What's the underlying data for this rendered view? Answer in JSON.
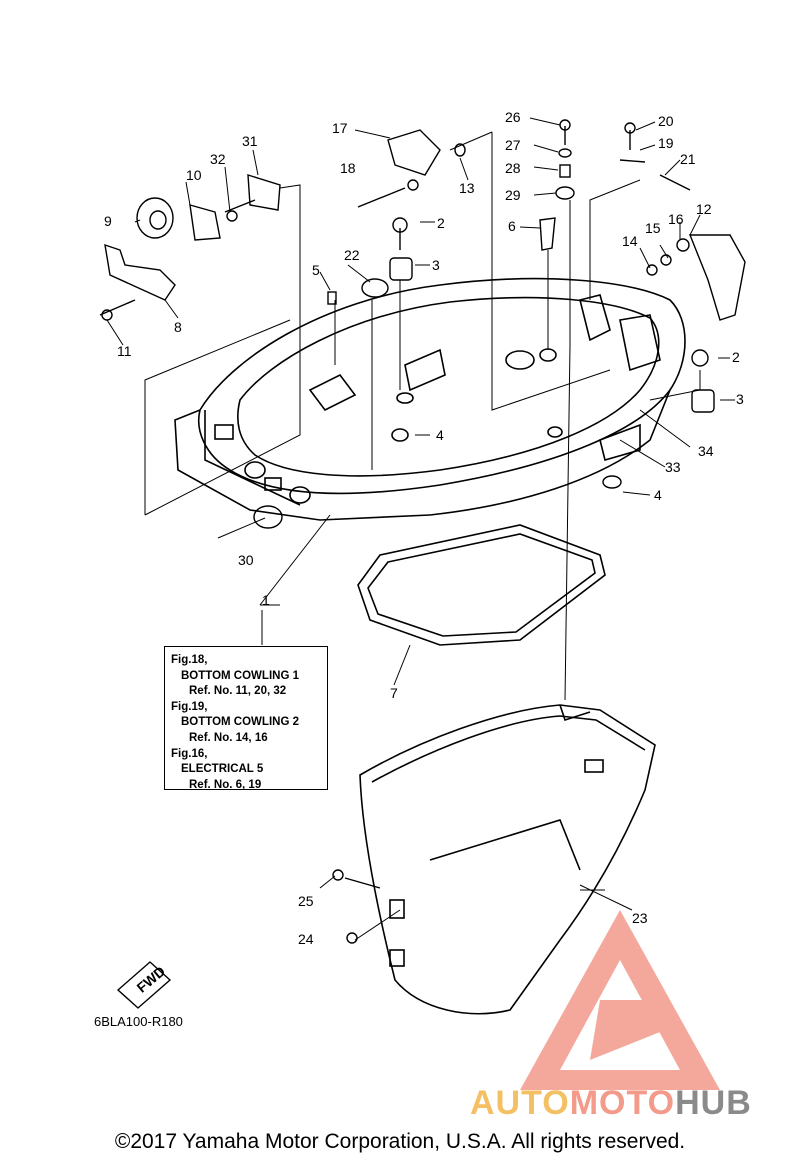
{
  "callouts": {
    "c1": "1",
    "c2a": "2",
    "c2b": "2",
    "c3a": "3",
    "c3b": "3",
    "c4a": "4",
    "c4b": "4",
    "c5": "5",
    "c6": "6",
    "c7": "7",
    "c8": "8",
    "c9": "9",
    "c10": "10",
    "c11": "11",
    "c12": "12",
    "c13": "13",
    "c14": "14",
    "c15": "15",
    "c16": "16",
    "c17": "17",
    "c18": "18",
    "c19": "19",
    "c20": "20",
    "c21": "21",
    "c22": "22",
    "c23": "23",
    "c24": "24",
    "c25": "25",
    "c26": "26",
    "c27": "27",
    "c28": "28",
    "c29": "29",
    "c30": "30",
    "c31": "31",
    "c32": "32",
    "c33": "33",
    "c34": "34"
  },
  "reference_box": {
    "line1": "Fig.18,",
    "line2": "BOTTOM COWLING 1",
    "line3": "Ref. No. 11, 20, 32",
    "line4": "Fig.19,",
    "line5": "BOTTOM COWLING 2",
    "line6": "Ref. No. 14, 16",
    "line7": "Fig.16,",
    "line8": "ELECTRICAL 5",
    "line9": "Ref. No. 6, 19"
  },
  "fwd_label": "FWD",
  "part_code": "6BLA100-R180",
  "watermark": {
    "part1": "AUTO",
    "part2": "MOTO",
    "part3": "HUB"
  },
  "copyright": "©2017 Yamaha Motor Corporation, U.S.A. All rights reserved.",
  "colors": {
    "line": "#000000",
    "watermark_red": "#f08878",
    "watermark_yellow": "#f5c063",
    "watermark_gray": "#8a8a8a"
  }
}
